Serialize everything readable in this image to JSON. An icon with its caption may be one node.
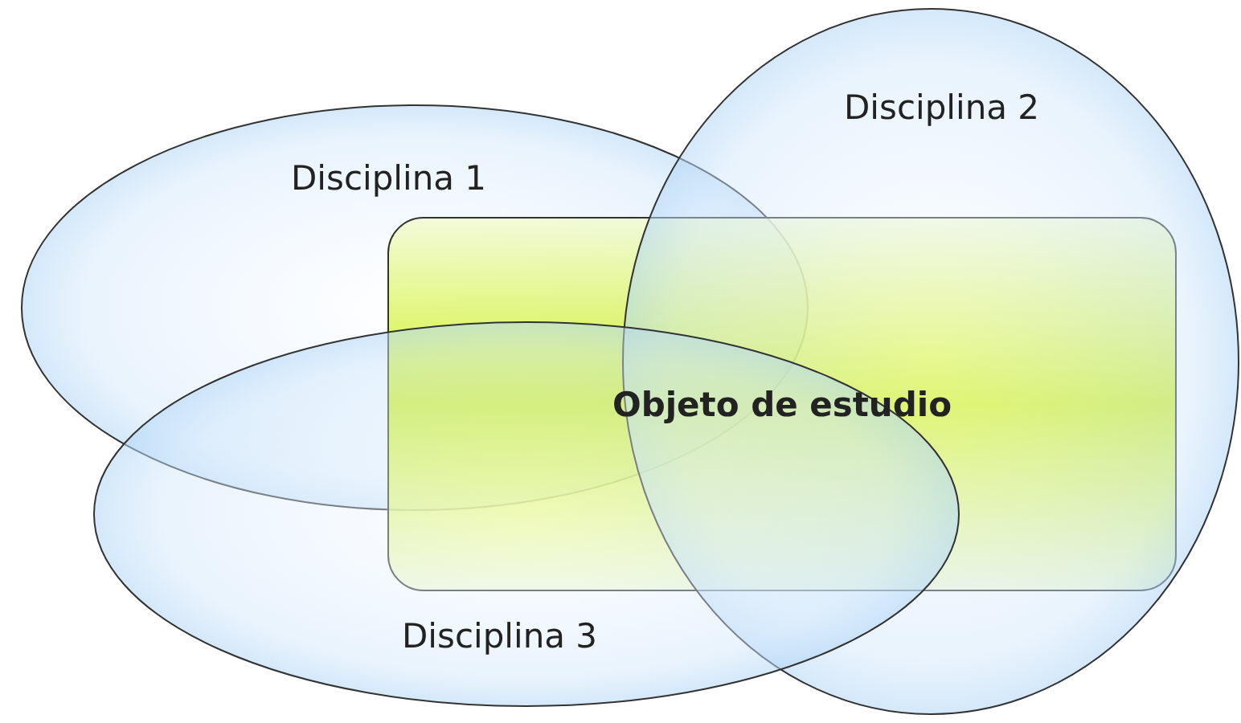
{
  "diagram": {
    "nodes": [
      {
        "text": [
          "Disciplina 1"
        ]
      },
      {
        "text": [
          "Disciplina 2"
        ]
      },
      {
        "text": [
          "Objeto de estudio"
        ]
      },
      {
        "text": [
          "Disciplina 3"
        ]
      }
    ]
  }
}
